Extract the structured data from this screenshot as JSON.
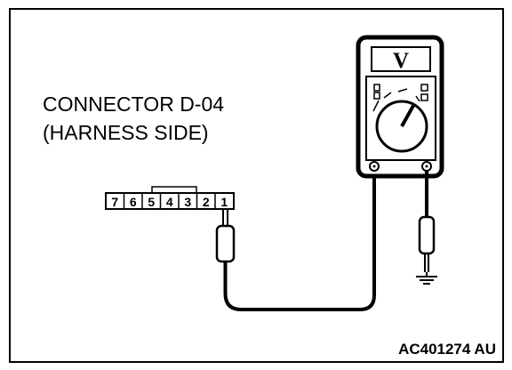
{
  "connector": {
    "title": "CONNECTOR D-04",
    "subtitle": "(HARNESS SIDE)",
    "pins": [
      "7",
      "6",
      "5",
      "4",
      "3",
      "2",
      "1"
    ]
  },
  "meter": {
    "display_unit": "V"
  },
  "figure_code": "AC401274 AU"
}
